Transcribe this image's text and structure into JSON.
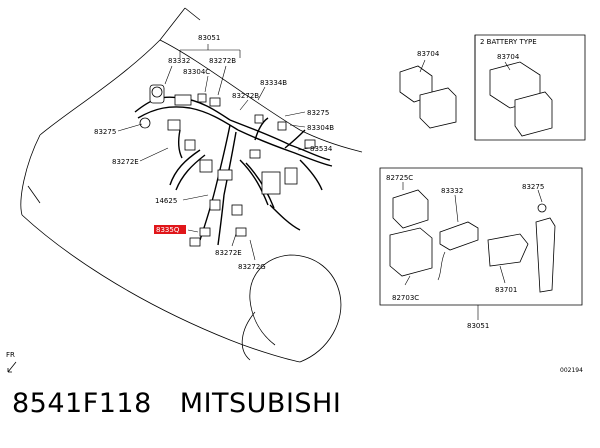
{
  "diagram": {
    "battery_box_title": "2 BATTERY TYPE",
    "front_marker": "FR",
    "figure_code": "002194",
    "highlight_part": "8335Q",
    "labels": {
      "p83051_top": "83051",
      "p83332_top": "83332",
      "p83272B_top": "83272B",
      "p83304C": "83304C",
      "p83334B": "83334B",
      "p83272B_mid": "83272B",
      "p83275_right": "83275",
      "p83304B": "83304B",
      "p83275_left": "83275",
      "p83534": "83534",
      "p83272E_left": "83272E",
      "p14625": "14625",
      "p83272E_bottom": "83272E",
      "p83272G": "83272G",
      "p83704_a": "83704",
      "p83704_b": "83704",
      "p82725C": "82725C",
      "p83332_box": "83332",
      "p83275_box": "83275",
      "p82703C": "82703C",
      "p83701": "83701",
      "p83051_bottom": "83051"
    }
  },
  "caption": {
    "part_number": "8541F118",
    "brand": "MITSUBISHI"
  },
  "colors": {
    "line": "#000000",
    "highlight": "#e0161a"
  }
}
